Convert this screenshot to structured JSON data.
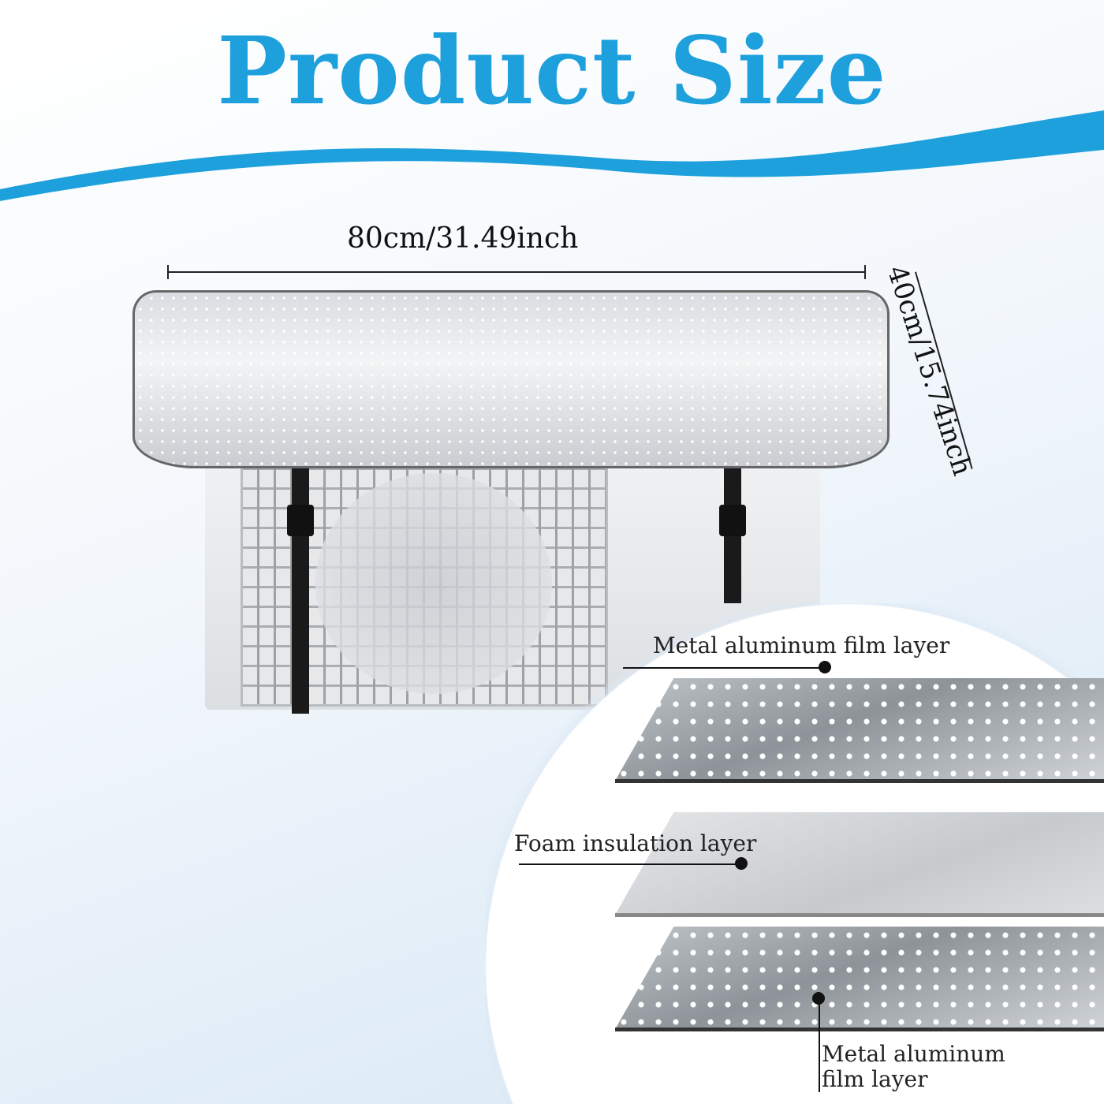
{
  "title": "Product Size",
  "accent_color": "#1ea0dc",
  "dimensions": {
    "width": "80cm/31.49inch",
    "height": "40cm/15.74inch"
  },
  "layers": [
    {
      "label": "Metal aluminum film layer"
    },
    {
      "label": "Foam insulation layer"
    },
    {
      "label_line1": "Metal aluminum",
      "label_line2": "film layer"
    }
  ]
}
